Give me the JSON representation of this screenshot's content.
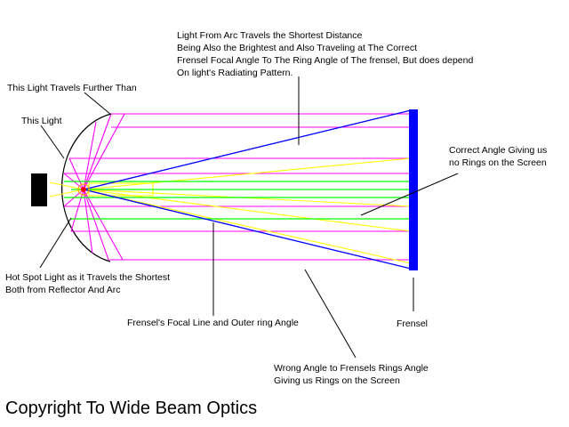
{
  "labels": {
    "arc_light": [
      "Light From Arc Travels the Shortest Distance",
      "Being Also the Brightest and Also Traveling at The Correct",
      "Frensel Focal Angle To The Ring Angle of The frensel, But does depend",
      "On light's Radiating Pattern."
    ],
    "travels_further": "This Light Travels Further Than",
    "this_light": "This Light",
    "correct_angle": [
      "Correct Angle Giving us",
      "no Rings on the Screen"
    ],
    "hot_spot": [
      "Hot Spot Light as it Travels the Shortest",
      "Both from Reflector And Arc"
    ],
    "focal_line": "Frensel's Focal Line and Outer ring Angle",
    "frensel": "Frensel",
    "wrong_angle": [
      "Wrong Angle to Frensels Rings Angle",
      "Giving us Rings on the Screen"
    ],
    "copyright": "Copyright To Wide Beam Optics"
  },
  "colors": {
    "magenta": "#ff00ff",
    "yellow": "#ffff00",
    "green": "#00ff00",
    "blue": "#0000ff",
    "frensel": "#0000ff",
    "lamp": "#000000",
    "reflector": "#000000",
    "hotspot": "#ff0000"
  }
}
